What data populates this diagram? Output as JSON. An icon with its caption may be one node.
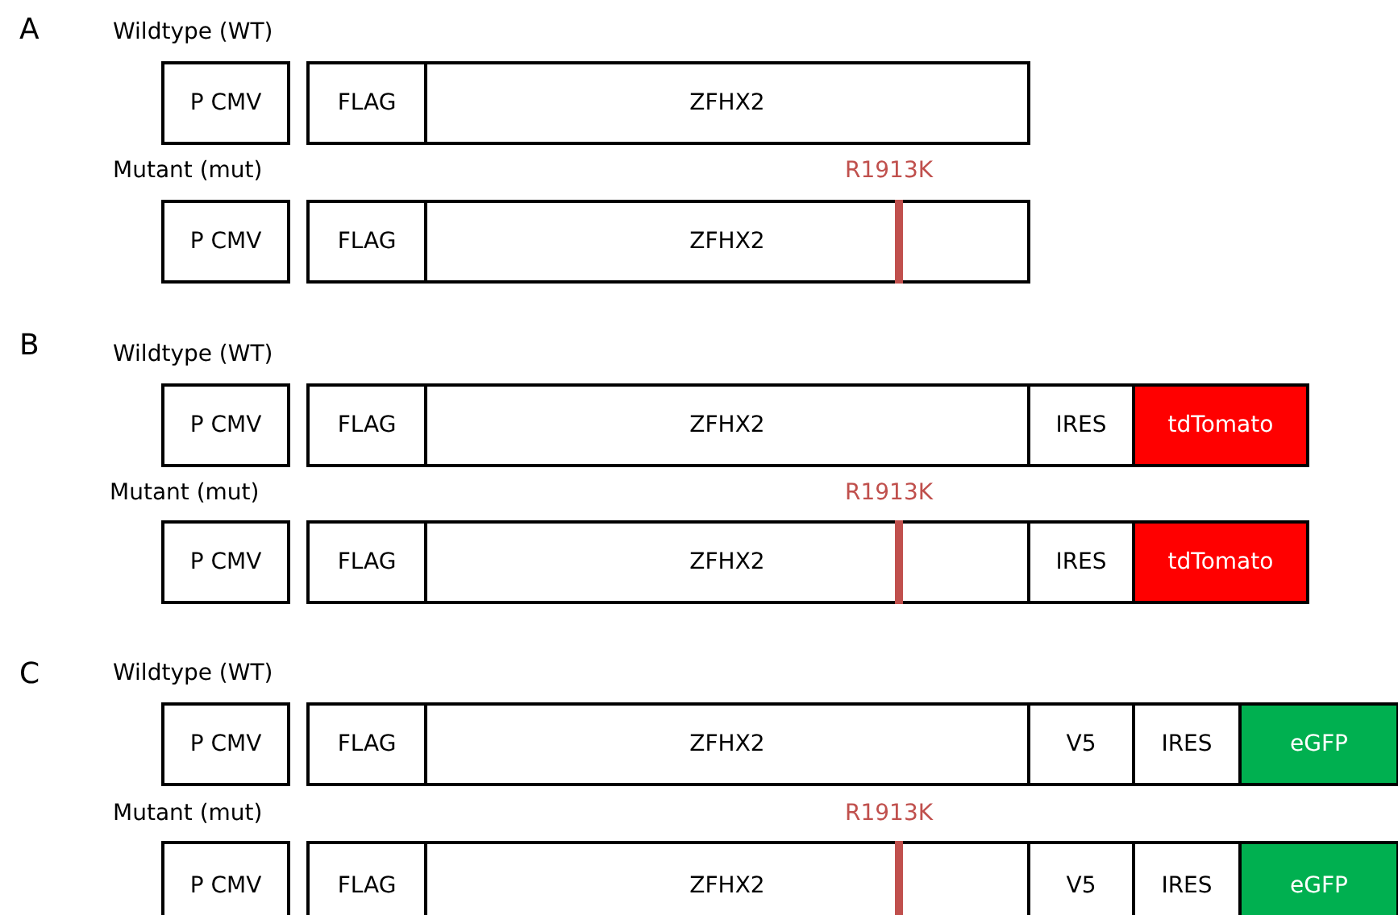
{
  "diagram": {
    "nodes": [
      {
        "text": [
          "P CMV"
        ]
      },
      {
        "text": [
          "FLAG"
        ]
      },
      {
        "text": [
          "ZFHX2"
        ]
      },
      {
        "text": [
          "P CMV"
        ]
      },
      {
        "text": [
          "FLAG"
        ]
      },
      {
        "text": [
          "ZFHX2"
        ]
      },
      {
        "text": [
          "P CMV"
        ]
      },
      {
        "text": [
          "FLAG"
        ]
      },
      {
        "text": [
          "ZFHX2"
        ]
      },
      {
        "text": [
          "IRES"
        ]
      },
      {
        "text": [
          "tdTomato"
        ]
      },
      {
        "text": [
          "P CMV"
        ]
      },
      {
        "text": [
          "FLAG"
        ]
      },
      {
        "text": [
          "ZFHX2"
        ]
      },
      {
        "text": [
          "IRES"
        ]
      },
      {
        "text": [
          "tdTomato"
        ]
      },
      {
        "text": [
          "P CMV"
        ]
      },
      {
        "text": [
          "FLAG"
        ]
      },
      {
        "text": [
          "ZFHX2"
        ]
      },
      {
        "text": [
          "V5"
        ]
      },
      {
        "text": [
          "IRES"
        ]
      },
      {
        "text": [
          "eGFP"
        ]
      },
      {
        "text": [
          "P CMV"
        ]
      },
      {
        "text": [
          "FLAG"
        ]
      },
      {
        "text": [
          "ZFHX2"
        ]
      },
      {
        "text": [
          "V5"
        ]
      },
      {
        "text": [
          "IRES"
        ]
      },
      {
        "text": [
          "eGFP"
        ]
      }
    ],
    "labels": [
      "A",
      "Wildtype (WT)",
      "Mutant (mut)",
      "R1913K",
      "B",
      "Wildtype (WT)",
      "Mutant (mut)",
      "R1913K",
      "C",
      "Wildtype (WT)",
      "Mutant (mut)",
      "R1913K"
    ]
  }
}
